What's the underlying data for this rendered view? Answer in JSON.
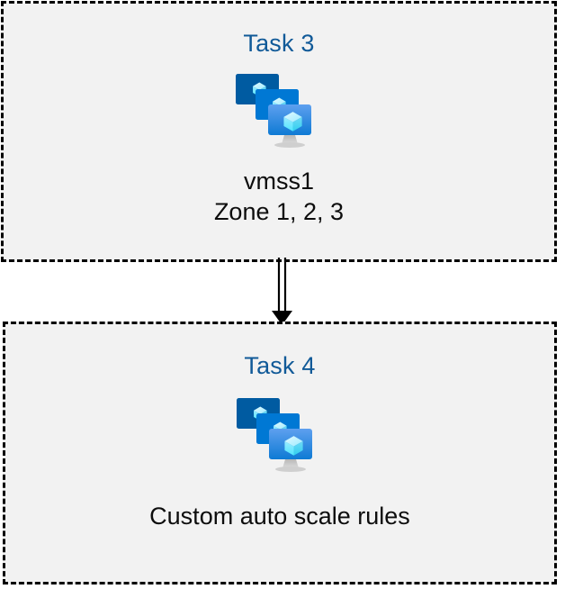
{
  "diagram": {
    "background_color": "#ffffff",
    "box_fill_color": "#f2f2f2",
    "box_border_color": "#000000",
    "title_color": "#115a98",
    "label_color": "#0d0d0d",
    "connector": {
      "name": "double-line-arrow",
      "direction": "down",
      "from": "Task 3",
      "to": "Task 4",
      "color": "#000000"
    },
    "boxes": [
      {
        "id": "task3",
        "title": "Task 3",
        "icon": "vm-scale-set-icon",
        "labels": [
          "vmss1",
          "Zone 1, 2, 3"
        ]
      },
      {
        "id": "task4",
        "title": "Task 4",
        "icon": "vm-scale-set-icon",
        "labels": [
          "Custom auto scale rules"
        ]
      }
    ]
  },
  "icon_colors": {
    "monitor_back": "#005BA1",
    "monitor_mid": "#0078D4",
    "monitor_front_top": "#5EA0EF",
    "monitor_front_bottom": "#0E7AD4",
    "cube_light": "#C3F1FF",
    "cube_mid": "#9CEBFF",
    "cube_dark": "#50E6FF",
    "stand_gray": "#A3A3A3"
  }
}
